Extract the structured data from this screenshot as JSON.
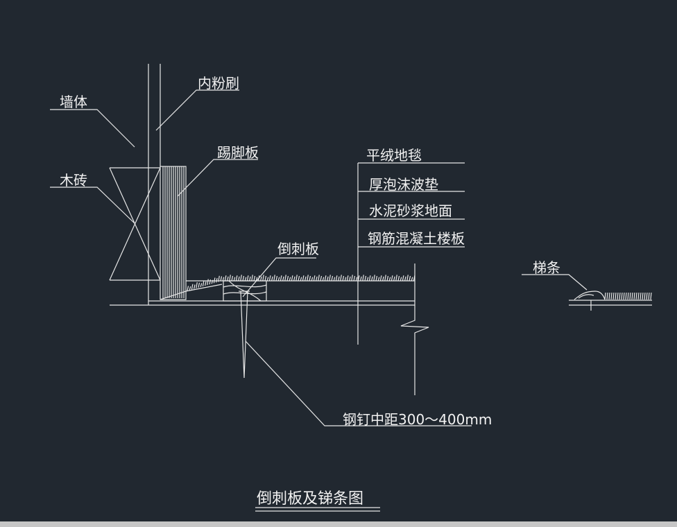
{
  "colors": {
    "background": "#212830",
    "lines": "#e8e8e8",
    "text": "#f2f2f2",
    "bottom_bar": "#c6c6c6"
  },
  "labels": {
    "wall": "墙体",
    "plaster": "内粉刷",
    "skirting": "踢脚板",
    "wood_brick": "木砖",
    "tack_strip": "倒刺板",
    "carpet": "平绒地毯",
    "foam_pad": "厚泡沫波垫",
    "cement_floor": "水泥砂浆地面",
    "rc_slab": "钢筋混凝土楼板",
    "ladder_strip": "梯条",
    "nail_spacing": "钢钉中距300～400mm"
  },
  "title": "倒刺板及锑条图"
}
